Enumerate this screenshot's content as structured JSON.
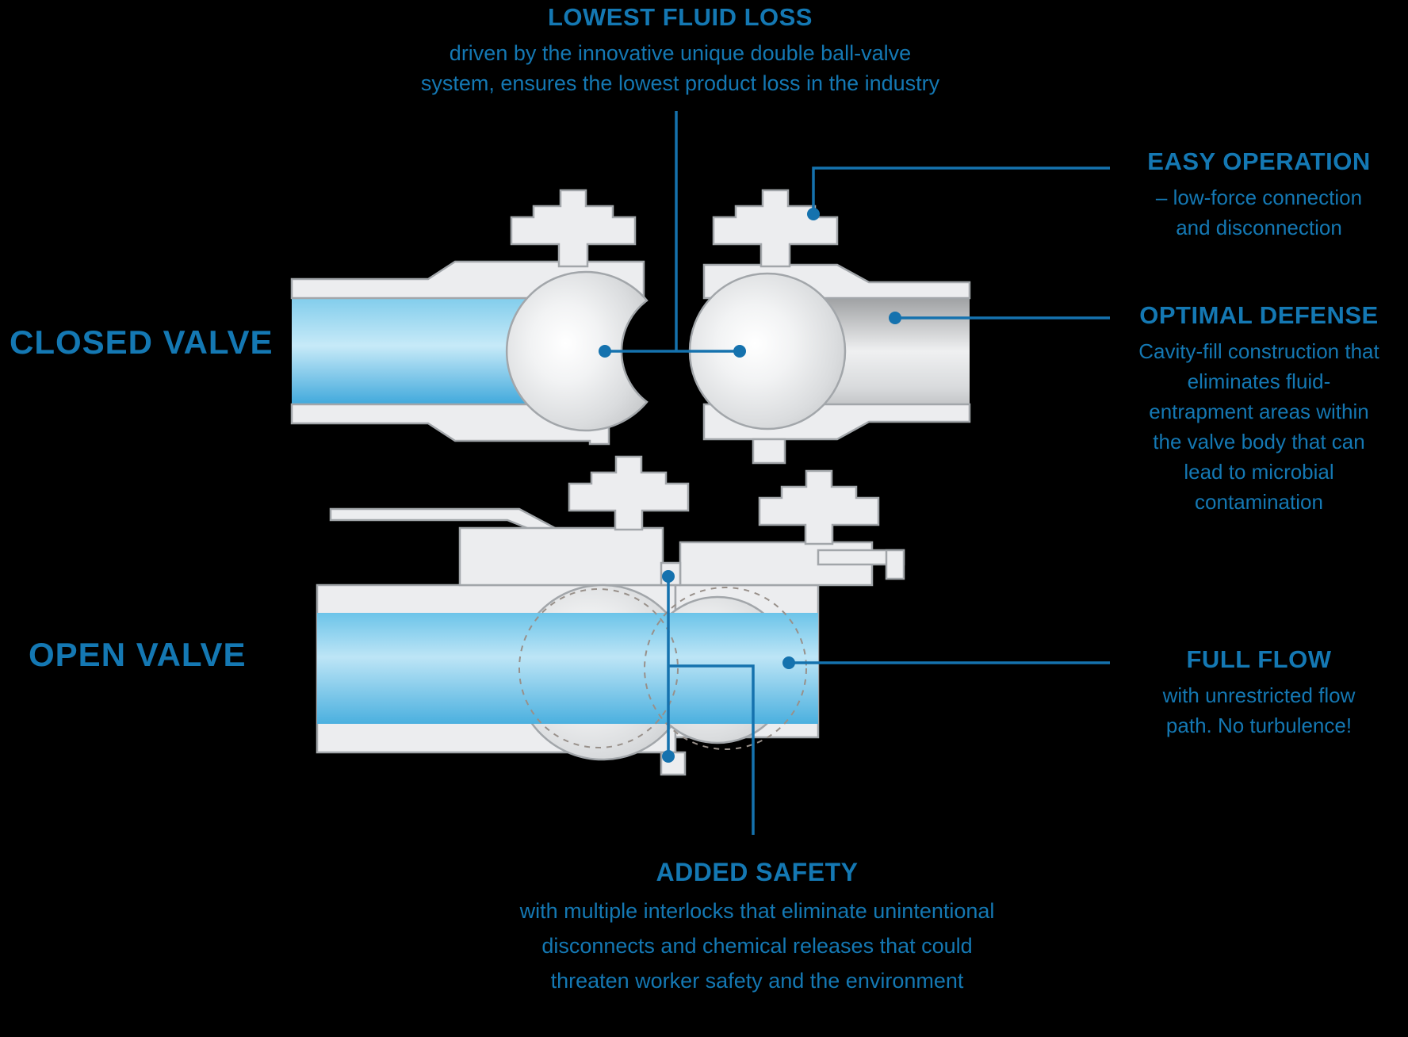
{
  "diagram_title_context": "double ball-valve coupling cross-sections",
  "labels": {
    "closed": "CLOSED VALVE",
    "open": "OPEN VALVE"
  },
  "annotations": {
    "lowest_fluid_loss": {
      "title": "LOWEST FLUID LOSS",
      "body": "driven by the innovative unique double ball-valve\nsystem, ensures the lowest product loss in the industry"
    },
    "easy_operation": {
      "title": "EASY OPERATION",
      "body": "– low-force connection\nand disconnection"
    },
    "optimal_defense": {
      "title": "OPTIMAL DEFENSE",
      "body": "Cavity-fill construction that\neliminates fluid-\nentrapment areas within\nthe valve body that can\nlead to microbial\ncontamination"
    },
    "full_flow": {
      "title": "FULL FLOW",
      "body": "with unrestricted flow\npath. No turbulence!"
    },
    "added_safety": {
      "title": "ADDED SAFETY",
      "body": "with multiple interlocks that eliminate unintentional\ndisconnects and chemical releases that could\nthreaten worker safety and the environment"
    }
  },
  "colors": {
    "background": "#000000",
    "text_blue": "#1478B3",
    "leader_line_blue": "#1572AE",
    "fluid_blue": "#7ECDEE",
    "metal_grey": "#ECEDEF",
    "metal_outline": "#A2A6AA"
  }
}
